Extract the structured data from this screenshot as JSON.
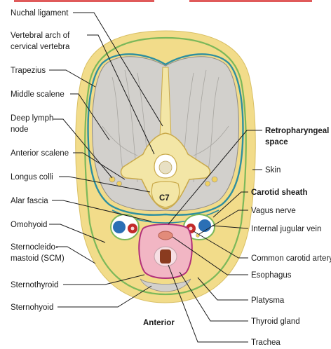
{
  "diagram": {
    "vertebra_label": "C7",
    "orientation_label": "Anterior",
    "labels_left": {
      "nuchal_ligament": "Nuchal ligament",
      "vertebral_arch_1": "Vertebral arch of",
      "vertebral_arch_2": "cervical vertebra",
      "trapezius": "Trapezius",
      "middle_scalene": "Middle scalene",
      "deep_lymph_1": "Deep lymph",
      "deep_lymph_2": "node",
      "anterior_scalene": "Anterior scalene",
      "longus_colli": "Longus colli",
      "alar_fascia": "Alar fascia",
      "omohyoid": "Omohyoid",
      "scm_1": "Sternocleido-",
      "scm_2": "mastoid (SCM)",
      "sternothyroid": "Sternothyroid",
      "sternohyoid": "Sternohyoid"
    },
    "labels_right": {
      "retropharyngeal_1": "Retropharyngeal",
      "retropharyngeal_2": "space",
      "skin": "Skin",
      "carotid_sheath": "Carotid sheath",
      "vagus_nerve": "Vagus nerve",
      "internal_jugular": "Internal jugular vein",
      "common_carotid": "Common carotid artery",
      "esophagus": "Esophagus",
      "platysma": "Platysma",
      "thyroid_gland": "Thyroid gland",
      "trachea": "Trachea"
    },
    "colors": {
      "skin_fat": "#f2dc8a",
      "outer_fascia": "#7cb85a",
      "muscle": "#d2d0cc",
      "investing_fascia": "#2e8fa0",
      "bone": "#f3e6a6",
      "thyroid": "#f2b6c4",
      "thyroid_border": "#b2307a",
      "vein": "#2b6fb5",
      "artery": "#c22a2a",
      "trachea_lumen": "#8a3b1f"
    }
  }
}
